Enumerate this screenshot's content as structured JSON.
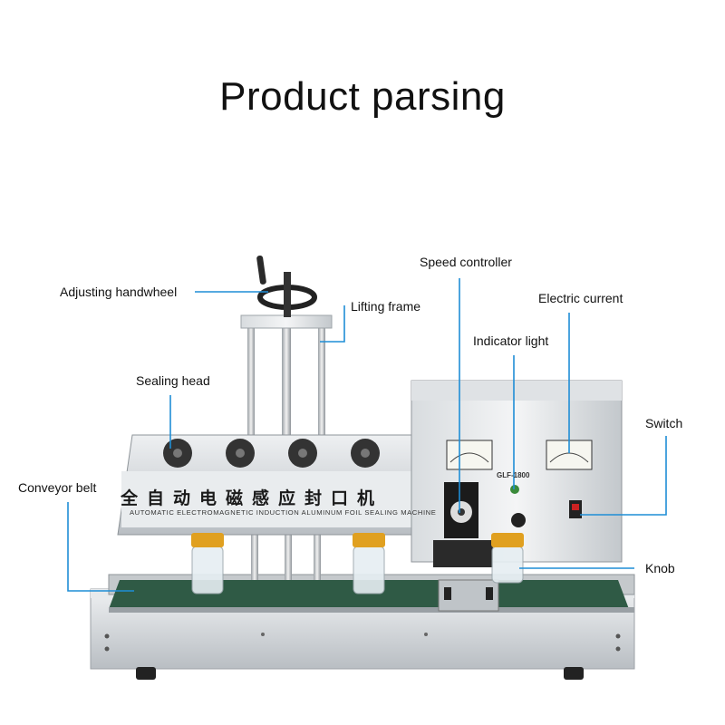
{
  "title": "Product parsing",
  "machine": {
    "chinese_name": "全自动电磁感应封口机",
    "english_name": "AUTOMATIC ELECTROMAGNETIC INDUCTION ALUMINUM FOIL SEALING MACHINE",
    "model": "GLF-1800"
  },
  "labels": {
    "adjusting_handwheel": "Adjusting handwheel",
    "lifting_frame": "Lifting frame",
    "speed_controller": "Speed controller",
    "electric_current": "Electric current",
    "indicator_light": "Indicator light",
    "sealing_head": "Sealing head",
    "switch": "Switch",
    "conveyor_belt": "Conveyor belt",
    "knob": "Knob"
  },
  "colors": {
    "leader_line": "#1f8ed6",
    "steel": "#cfd3d6",
    "belt": "#2f5a45",
    "jar_lid": "#e0a020"
  }
}
